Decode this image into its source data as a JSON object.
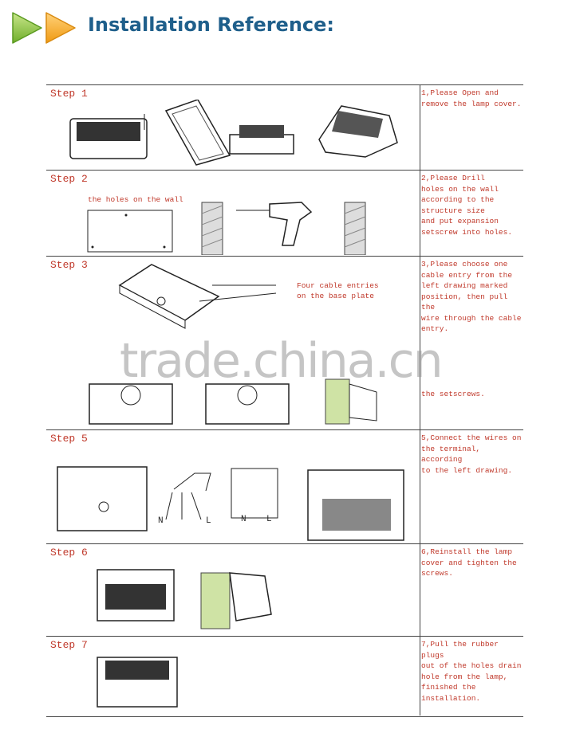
{
  "header": {
    "title": "Installation Reference:"
  },
  "steps": [
    {
      "label": "Step 1",
      "instruction": "1,Please Open and\nremove the lamp cover."
    },
    {
      "label": "Step 2",
      "instruction": "2,Please Drill\nholes on the wall\naccording to the\nstructure size\nand put expansion\nsetscrew into holes.",
      "wall_label": "the holes on the wall"
    },
    {
      "label": "Step 3",
      "instruction": "3,Please choose one\ncable entry from the\nleft drawing marked\nposition, then pull the\nwire through the cable\nentry.",
      "cable_label": "Four cable entries\non the base plate"
    },
    {
      "label": "",
      "instruction": "the setscrews."
    },
    {
      "label": "Step 5",
      "instruction": "5,Connect the wires on\nthe terminal, according\nto the left drawing.",
      "wire_n": "N",
      "wire_l": "L",
      "term_n": "N",
      "term_l": "L"
    },
    {
      "label": "Step 6",
      "instruction": "6,Reinstall the lamp\ncover and tighten the\nscrews."
    },
    {
      "label": "Step 7",
      "instruction": "7,Pull the rubber plugs\nout of the holes drain\nhole from the lamp,\nfinished the\ninstallation."
    }
  ],
  "watermark": "trade.china.cn",
  "colors": {
    "title": "#1f5f8b",
    "step_text": "#c0392b",
    "arrow_green": "#8cc63f",
    "arrow_orange": "#f5a623"
  }
}
